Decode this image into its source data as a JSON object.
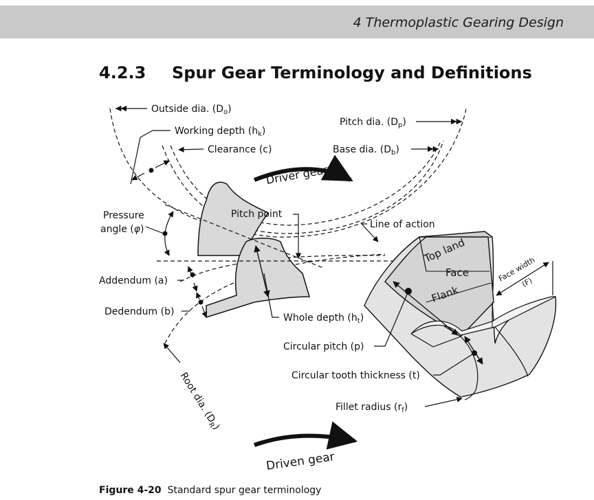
{
  "header": {
    "chapter_title": "4 Thermoplastic Gearing Design"
  },
  "section": {
    "number": "4.2.3",
    "title": "Spur Gear Terminology and Definitions"
  },
  "labels": {
    "outside_dia": "Outside dia. (D",
    "outside_dia_sub": "o",
    "working_depth": "Working depth (h",
    "working_depth_sub": "k",
    "clearance": "Clearance (c)",
    "pitch_dia": "Pitch dia. (D",
    "pitch_dia_sub": "p",
    "base_dia": "Base dia. (D",
    "base_dia_sub": "b",
    "driver_gear": "Driver gear",
    "pressure_angle_1": "Pressure",
    "pressure_angle_2": "angle (",
    "pressure_angle_phi": "φ",
    "pitch_point": "Pitch point",
    "line_of_action": "Line of action",
    "top_land": "Top land",
    "face": "Face",
    "flank": "Flank",
    "face_width_1": "Face width",
    "face_width_2": "(F)",
    "addendum": "Addendum (a)",
    "dedendum": "Dedendum (b)",
    "whole_depth": "Whole depth (h",
    "whole_depth_sub": "t",
    "circular_pitch": "Circular pitch (p)",
    "circular_tooth_thickness": "Circular tooth thickness (t)",
    "fillet_radius": "Fillet radius (r",
    "fillet_radius_sub": "f",
    "root_dia": "Root dia. (D",
    "root_dia_sub": "R",
    "driven_gear": "Driven gear"
  },
  "caption": {
    "figure_label": "Figure 4-20",
    "text": "Standard spur gear terminology"
  }
}
